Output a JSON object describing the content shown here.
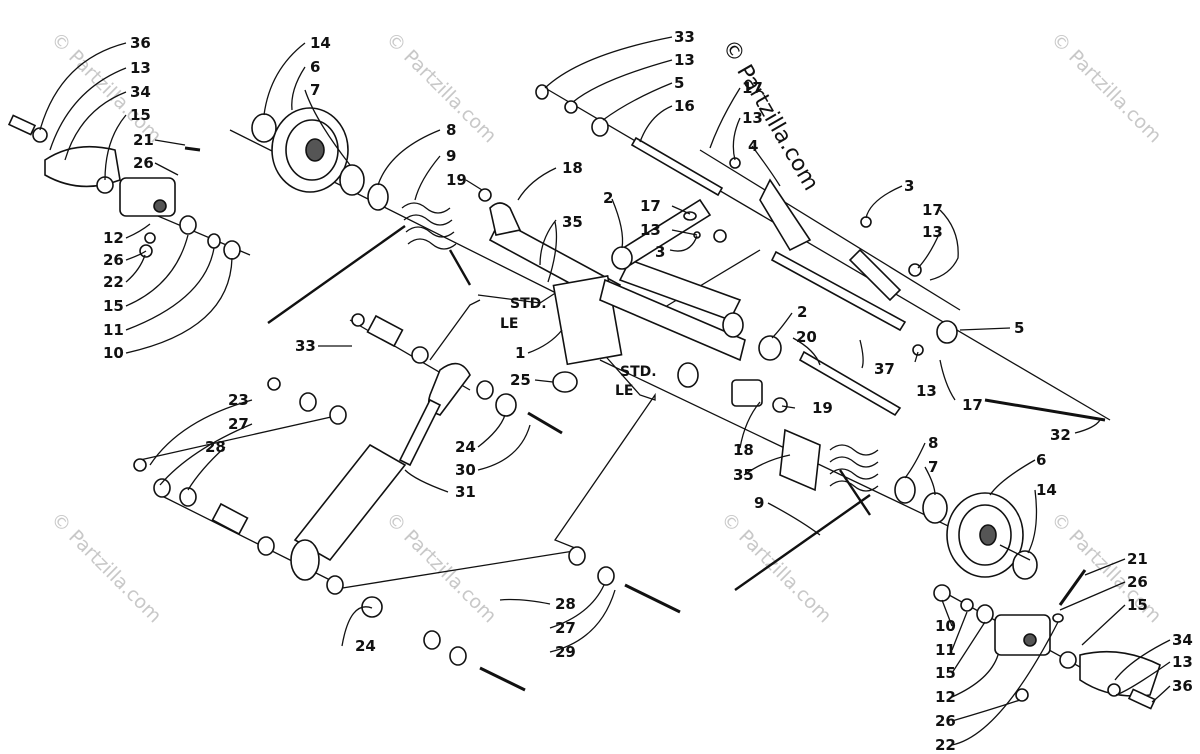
{
  "brand": "© Partzilla.com",
  "watermark": "© Partzilla.com",
  "tags": {
    "std_left": "STD.",
    "le_left": "LE",
    "std_right": "STD.",
    "le_right": "LE"
  },
  "callouts": {
    "L36": "36",
    "L13a": "13",
    "L34": "34",
    "L15a": "15",
    "L21": "21",
    "L26a": "26",
    "L12": "12",
    "L26b": "26",
    "L22": "22",
    "L15b": "15",
    "L11": "11",
    "L10": "10",
    "L14": "14",
    "L6": "6",
    "L7": "7",
    "L8": "8",
    "L9": "9",
    "L19a": "19",
    "L18a": "18",
    "L35a": "35",
    "L33a": "33",
    "L13b": "13",
    "L5a": "5",
    "L16": "16",
    "L17a": "17",
    "L13c": "13",
    "L4": "4",
    "L2a": "2",
    "L17b": "17",
    "L13d": "13",
    "L3a": "3",
    "L3b": "3",
    "L17c": "17",
    "L13e": "13",
    "L5b": "5",
    "L2b": "2",
    "L20": "20",
    "L37": "37",
    "L13f": "13",
    "L17d": "17",
    "L32": "32",
    "L1": "1",
    "L25": "25",
    "L33b": "33",
    "L19b": "19",
    "L18b": "18",
    "L35b": "35",
    "L23": "23",
    "L27a": "27",
    "L28a": "28",
    "L24a": "24",
    "L30": "30",
    "L31": "31",
    "L9b": "9",
    "L8b": "8",
    "L7b": "7",
    "L6b": "6",
    "L14b": "14",
    "L28b": "28",
    "L27b": "27",
    "L29": "29",
    "L24b": "24",
    "L21b": "21",
    "L26c": "26",
    "L15c": "15",
    "L10b": "10",
    "L11b": "11",
    "L15d": "15",
    "L12b": "12",
    "L26d": "26",
    "L22b": "22",
    "L34b": "34",
    "L13g": "13",
    "L36b": "36"
  }
}
